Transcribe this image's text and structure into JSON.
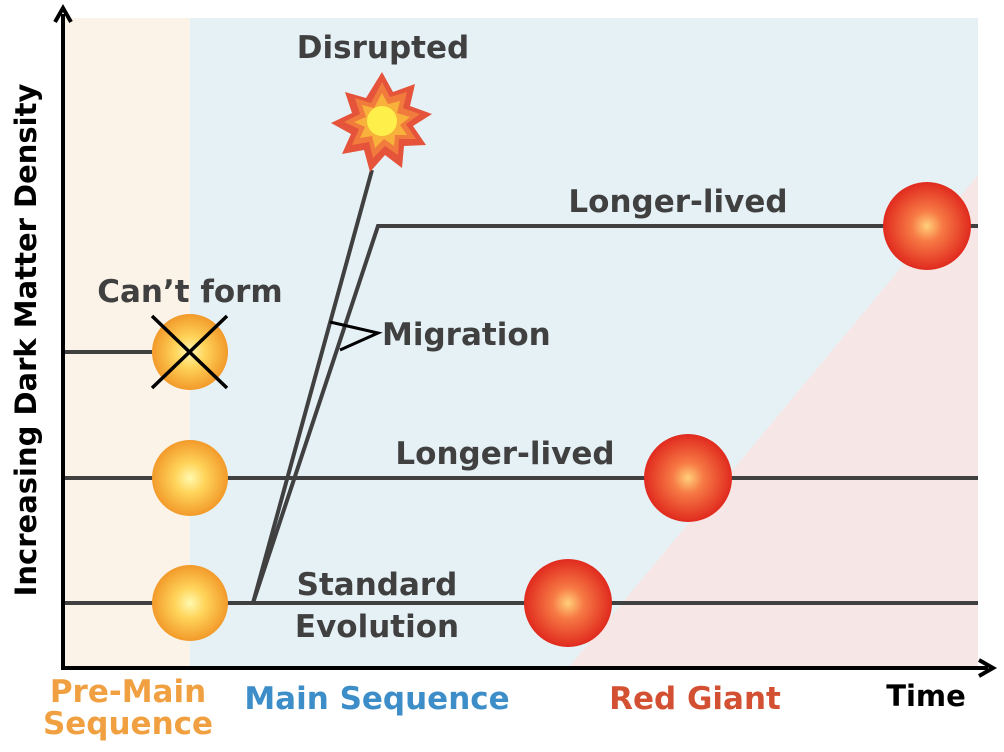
{
  "axes": {
    "y_label": "Increasing Dark Matter Density",
    "x_label": "Time"
  },
  "phases": {
    "pre_main_line1": "Pre-Main",
    "pre_main_line2": "Sequence",
    "main": "Main Sequence",
    "red_giant": "Red Giant"
  },
  "annotations": {
    "disrupted": "Disrupted",
    "longer_lived_top": "Longer-lived",
    "cant_form": "Can’t form",
    "migration": "Migration",
    "longer_lived_mid": "Longer-lived",
    "standard_line1": "Standard",
    "standard_line2": "Evolution"
  },
  "colors": {
    "pre_main_bg": "#fbf3e8",
    "main_bg": "#e6f1f6",
    "red_giant_bg": "#f6e7e6",
    "pre_main_text": "#f0a040",
    "main_text": "#3d8ec8",
    "red_giant_text": "#d35033",
    "line": "#404040"
  }
}
